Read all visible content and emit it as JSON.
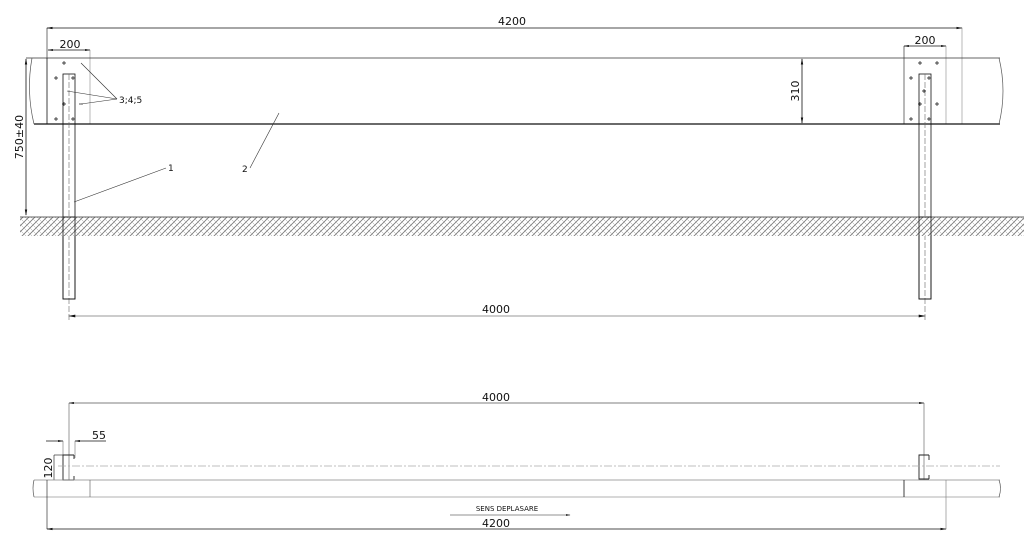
{
  "drawing": {
    "elevation_view": {
      "overall_length": "4200",
      "end_width_left": "200",
      "end_width_right": "200",
      "beam_height": "310",
      "total_height": "750±40",
      "post_spacing": "4000",
      "labels": {
        "post": "1",
        "beam": "2",
        "fasteners": "3;4;5"
      }
    },
    "plan_view": {
      "post_spacing": "4000",
      "overall_length": "4200",
      "post_width": "55",
      "post_depth": "120",
      "direction_label": "SENS DEPLASARE"
    },
    "colors": {
      "line": "#111111",
      "thin_line": "#555555",
      "ground_hatch": "#888888",
      "background": "#ffffff"
    }
  }
}
